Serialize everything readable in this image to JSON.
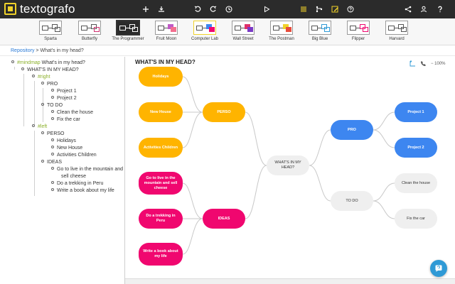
{
  "app": {
    "name": "textografo"
  },
  "colors": {
    "accent_yellow": "#ffb400",
    "accent_pink": "#f0076f",
    "accent_blue": "#3d86f0",
    "neutral": "#efefef",
    "link": "#2a7ad6",
    "tag_green": "#8bb02a"
  },
  "toolbar": {
    "icons": [
      "plus-icon",
      "download-icon",
      "undo-icon",
      "redo-icon",
      "history-icon",
      "play-icon",
      "list-icon",
      "branch-icon",
      "edit-theme-icon",
      "help-circle-icon",
      "share-icon",
      "user-icon",
      "help-icon"
    ]
  },
  "themes": [
    {
      "label": "Sparta"
    },
    {
      "label": "Butterfly"
    },
    {
      "label": "The Programmer",
      "active": true
    },
    {
      "label": "Fruit Moon"
    },
    {
      "label": "Computer Lab"
    },
    {
      "label": "Wall Street"
    },
    {
      "label": "The Postman"
    },
    {
      "label": "Big Blue"
    },
    {
      "label": "Flipper"
    },
    {
      "label": "Harvard"
    }
  ],
  "breadcrumb": {
    "root": "Repository",
    "separator": ">",
    "current": "What's in my head?"
  },
  "outline": {
    "tag_mindmap": "#mindmap",
    "title_text": "What's in my head?",
    "root": "WHAT'S IN MY HEAD?",
    "tag_right": "#right",
    "pro": "PRO",
    "project1": "Project 1",
    "project2": "Project 2",
    "todo": "TO DO",
    "clean": "Clean the house",
    "fix": "Fix the car",
    "tag_left": "#left",
    "perso": "PERSO",
    "holidays": "Holidays",
    "newhouse": "New House",
    "activities": "Activities Children",
    "ideas": "IDEAS",
    "idea1a": "Go to live in the mountain and",
    "idea1b": "sell cheese",
    "idea2": "Do a trekking in Peru",
    "idea3": "Write a book about my life"
  },
  "canvas": {
    "title": "WHAT'S IN MY HEAD?",
    "zoom": "100%",
    "nodes": {
      "root": "WHAT'S IN MY HEAD?",
      "perso": "PERSO",
      "ideas": "IDEAS",
      "holidays": "Holidays",
      "newhouse": "New House",
      "activities": "Activities Children",
      "mountain": "Go to live in the mountain and sell cheese",
      "peru": "Do a trekking in Peru",
      "book": "Write a book about my life",
      "pro": "PRO",
      "todo": "TO DO",
      "project1": "Project 1",
      "project2": "Project 2",
      "clean": "Clean the house",
      "fix": "Fix the car"
    }
  }
}
